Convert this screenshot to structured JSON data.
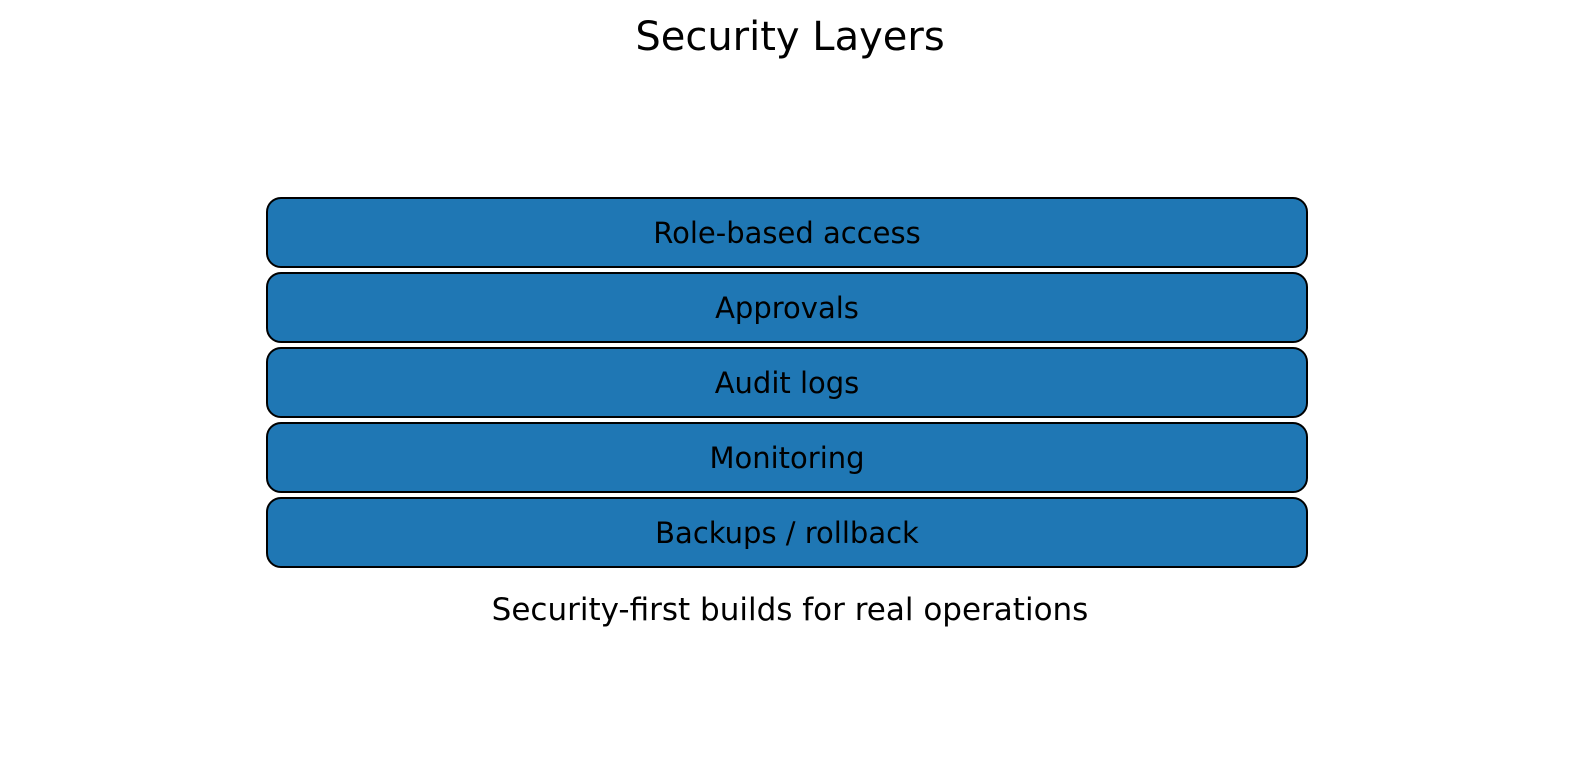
{
  "title": "Security Layers",
  "caption": "Security-first builds for real operations",
  "layers": [
    {
      "label": "Role-based access"
    },
    {
      "label": "Approvals"
    },
    {
      "label": "Audit logs"
    },
    {
      "label": "Monitoring"
    },
    {
      "label": "Backups / rollback"
    }
  ],
  "colors": {
    "layer_fill": "#1f77b4",
    "layer_border": "#000000",
    "text": "#000000",
    "background": "#ffffff"
  }
}
